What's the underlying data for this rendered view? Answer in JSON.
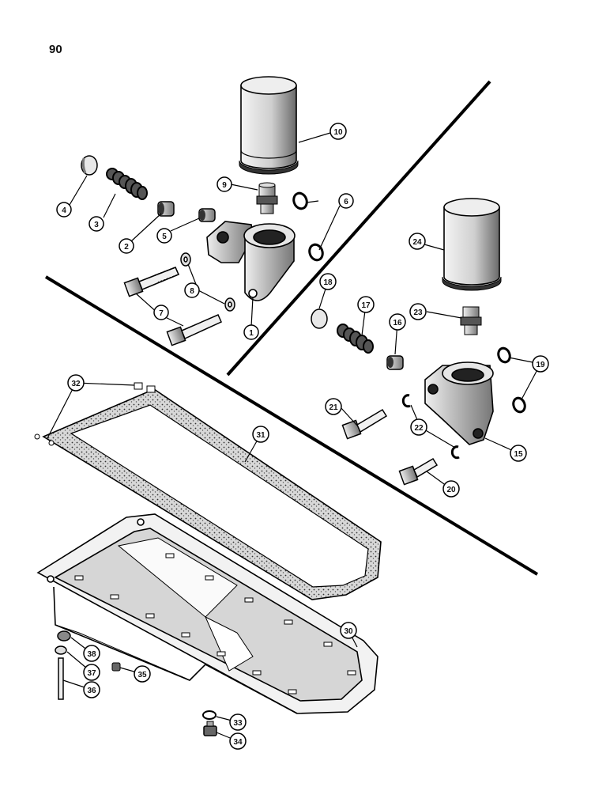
{
  "page_number": "90",
  "callouts": [
    {
      "id": "c1",
      "label": "1"
    },
    {
      "id": "c2",
      "label": "2"
    },
    {
      "id": "c3",
      "label": "3"
    },
    {
      "id": "c4",
      "label": "4"
    },
    {
      "id": "c5",
      "label": "5"
    },
    {
      "id": "c6",
      "label": "6"
    },
    {
      "id": "c7",
      "label": "7"
    },
    {
      "id": "c8",
      "label": "8"
    },
    {
      "id": "c9",
      "label": "9"
    },
    {
      "id": "c10",
      "label": "10"
    },
    {
      "id": "c15",
      "label": "15"
    },
    {
      "id": "c16",
      "label": "16"
    },
    {
      "id": "c17",
      "label": "17"
    },
    {
      "id": "c18",
      "label": "18"
    },
    {
      "id": "c19",
      "label": "19"
    },
    {
      "id": "c20",
      "label": "20"
    },
    {
      "id": "c21",
      "label": "21"
    },
    {
      "id": "c22",
      "label": "22"
    },
    {
      "id": "c23",
      "label": "23"
    },
    {
      "id": "c24",
      "label": "24"
    },
    {
      "id": "c30",
      "label": "30"
    },
    {
      "id": "c31",
      "label": "31"
    },
    {
      "id": "c32",
      "label": "32"
    },
    {
      "id": "c33",
      "label": "33"
    },
    {
      "id": "c34",
      "label": "34"
    },
    {
      "id": "c35",
      "label": "35"
    },
    {
      "id": "c36",
      "label": "36"
    },
    {
      "id": "c37",
      "label": "37"
    },
    {
      "id": "c38",
      "label": "38"
    }
  ]
}
